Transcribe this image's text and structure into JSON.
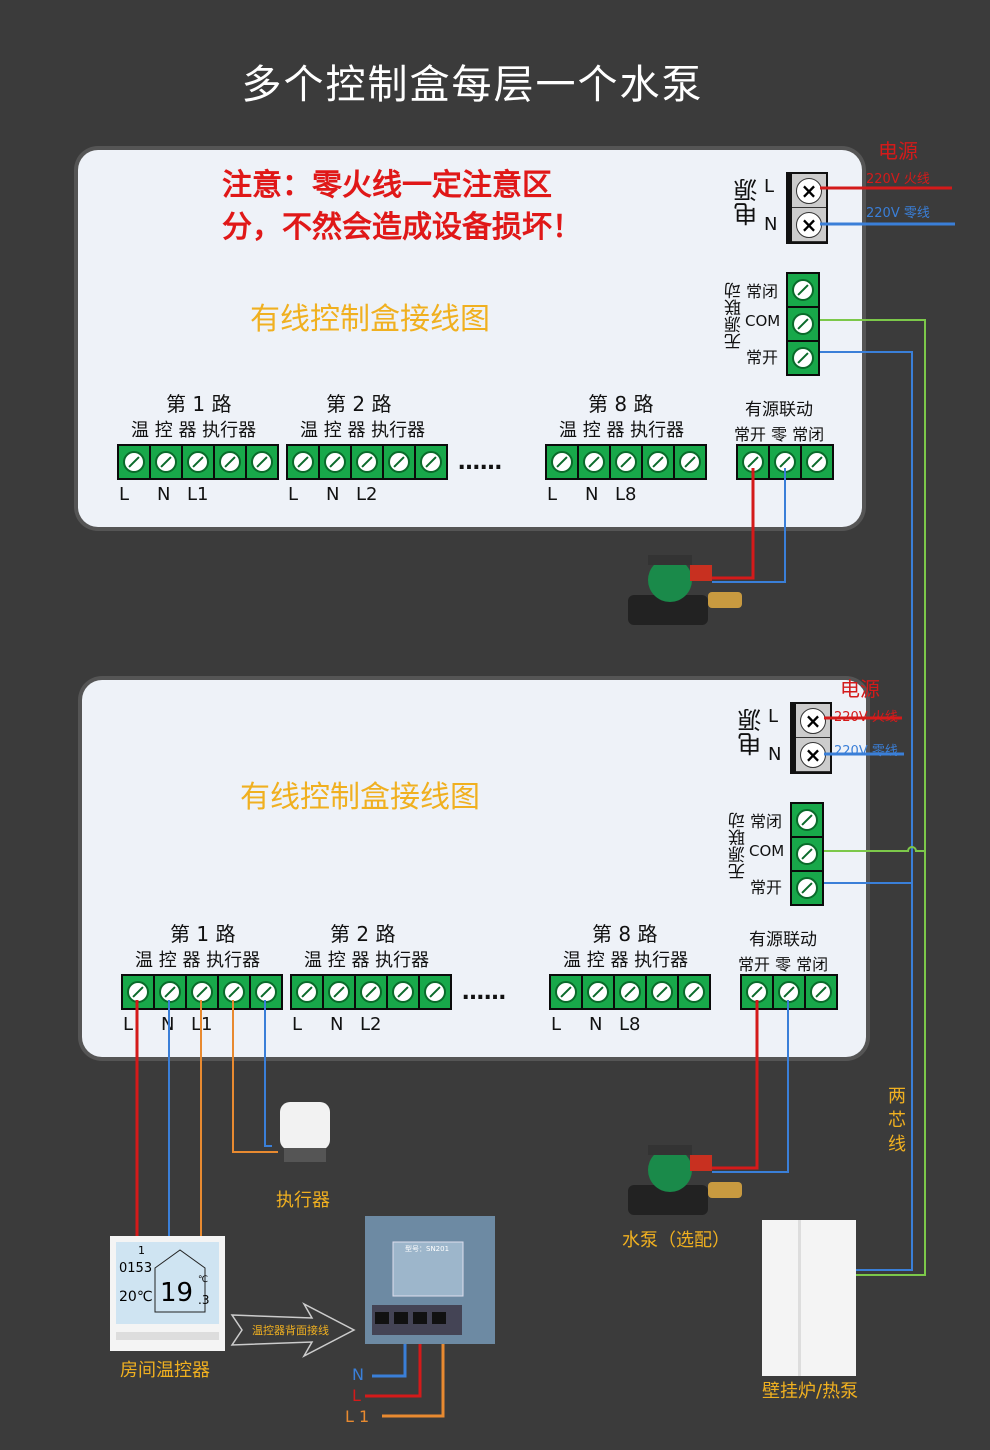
{
  "title": "多个控制盒每层一个水泵",
  "warning": [
    "注意：零火线一定注意区",
    "分，不然会造成设备损坏！"
  ],
  "panel_title": "有线控制盒接线图",
  "power": {
    "label": "电源",
    "L": "L",
    "N": "N",
    "top_label": "电源",
    "live": "220V 火线",
    "neutral": "220V 零线"
  },
  "passive": {
    "label": "无源联动",
    "nc": "常闭",
    "com": "COM",
    "no": "常开"
  },
  "active": {
    "label": "有源联动",
    "terms": "常开 零 常闭"
  },
  "channels": [
    {
      "name": "第 1 路",
      "sub": "温 控 器 执行器",
      "bottom": [
        "L",
        "N",
        "L1"
      ]
    },
    {
      "name": "第 2 路",
      "sub": "温 控 器 执行器",
      "bottom": [
        "L",
        "N",
        "L2"
      ]
    },
    {
      "name": "第 8 路",
      "sub": "温 控 器 执行器",
      "bottom": [
        "L",
        "N",
        "L8"
      ]
    }
  ],
  "ellipsis": "……",
  "devices": {
    "actuator": "执行器",
    "pump": "水泵（选配）",
    "thermostat": "房间温控器",
    "boiler": "壁挂炉/热泵",
    "two_core": "两芯线",
    "back_wiring": "温控器背面接线",
    "model": "型号：SN201"
  },
  "thermostat_screen": {
    "clock": "0153",
    "set": "20℃",
    "temp": "19",
    "decimal": ".3",
    "unit": "℃",
    "day": "1"
  },
  "back_terms": {
    "N": "N",
    "L": "L",
    "L1": "L 1"
  },
  "colors": {
    "live": "#d41a1a",
    "neutral": "#3a7fd8",
    "com": "#7cc84a",
    "orange": "#e88a30",
    "terminal": "#18a84a",
    "accent": "#f0b020",
    "warning": "#e01818"
  }
}
